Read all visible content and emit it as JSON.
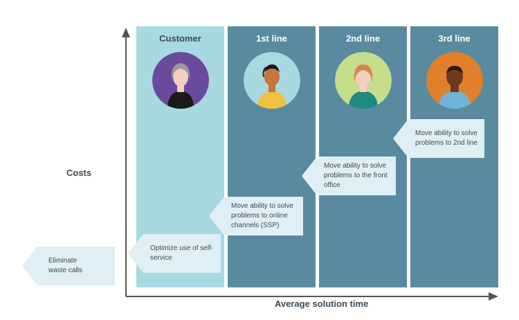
{
  "columns": [
    {
      "title": "Customer"
    },
    {
      "title": "1st line"
    },
    {
      "title": "2nd line"
    },
    {
      "title": "3rd line"
    }
  ],
  "axes": {
    "y_label": "Costs",
    "x_label": "Average solution time"
  },
  "callouts": {
    "eliminate": "Eliminate waste calls",
    "self_service": "Optimize use of self-service",
    "online": "Move ability to solve problems to online channels (SSP)",
    "front_office": "Move ability to solve problems to the front office",
    "second_line": "Move ability to solve problems to 2nd line"
  },
  "colors": {
    "customer_column": "#a8d9e1",
    "line_columns": "#5a8aa0",
    "callout": "#dfeff3",
    "axis": "#555555"
  }
}
